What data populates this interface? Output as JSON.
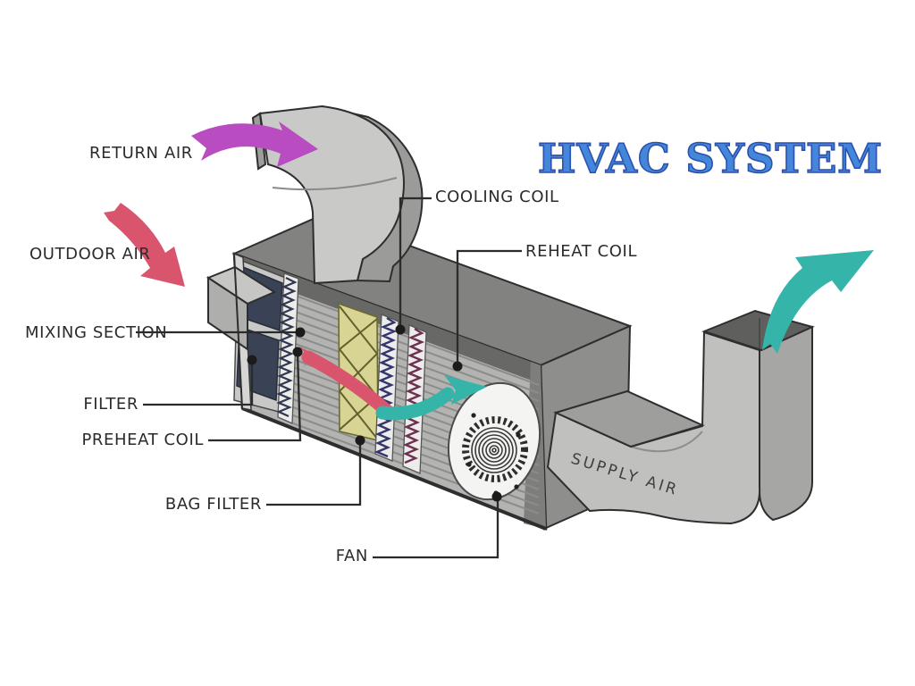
{
  "title": "HVAC SYSTEM",
  "labels": {
    "return_air": "RETURN AIR",
    "outdoor_air": "OUTDOOR AIR",
    "mixing_section": "MIXING SECTION",
    "filter": "FILTER",
    "preheat_coil": "PREHEAT COIL",
    "bag_filter": "BAG FILTER",
    "fan": "FAN",
    "cooling_coil": "COOLING COIL",
    "reheat_coil": "REHEAT COIL",
    "supply_air": "SUPPLY AIR"
  },
  "colors": {
    "title_fill": "#4487da",
    "title_outline": "#2a52ae",
    "return_air_arrow": "#b94cc0",
    "outdoor_air_arrow": "#d9556e",
    "supply_air_arrow": "#35b5aa",
    "label_text": "#2b2b2b",
    "unit_gray": "#b3b3b1",
    "bag_filter_yellow": "#d8d493",
    "filter_navy": "#3a4356",
    "cooling_coil_blue": "#34346e",
    "reheat_coil_maroon": "#6e3050"
  }
}
